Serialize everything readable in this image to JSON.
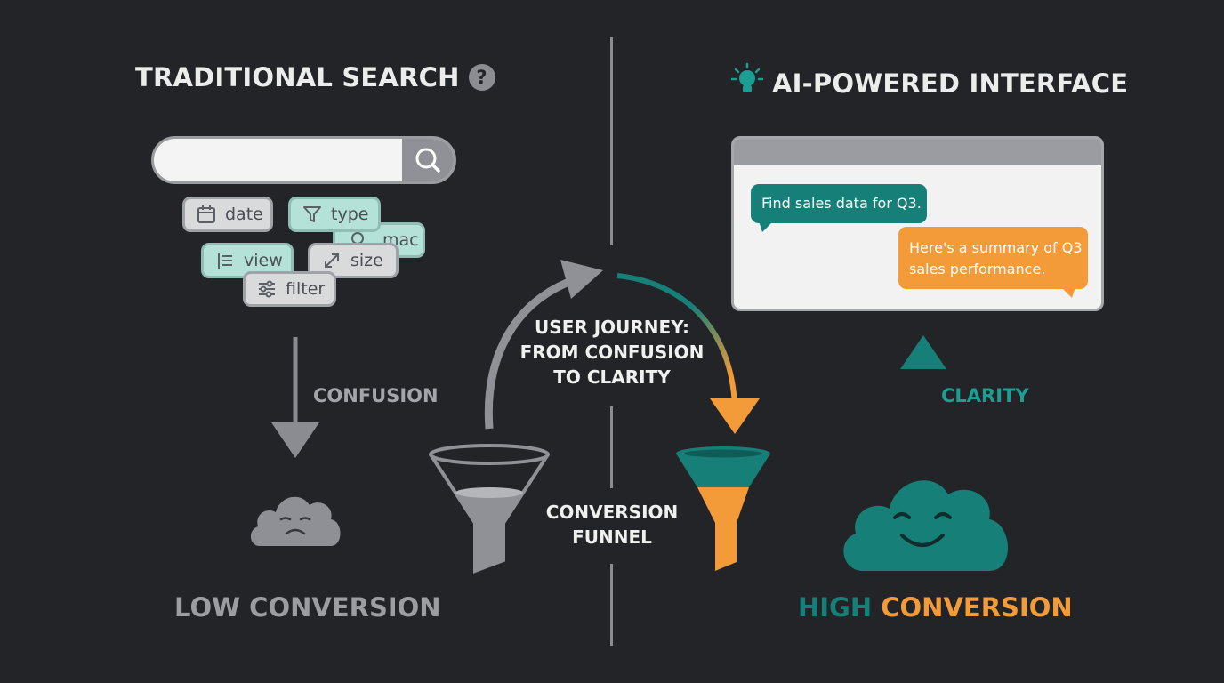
{
  "left_panel": {
    "title": "TRADITIONAL SEARCH",
    "help_symbol": "?",
    "search_icon": "magnifier-icon",
    "filter_chips": [
      {
        "label": "date",
        "icon": "calendar-icon",
        "style": "gray"
      },
      {
        "label": "type",
        "icon": "funnel-icon",
        "style": "teal"
      },
      {
        "label": "mac",
        "icon": "magnifier-icon",
        "style": "teal"
      },
      {
        "label": "view",
        "icon": "list-icon",
        "style": "teal"
      },
      {
        "label": "size",
        "icon": "resize-icon",
        "style": "gray"
      },
      {
        "label": "filter",
        "icon": "sliders-icon",
        "style": "gray"
      }
    ],
    "arrow_label": "CONFUSION",
    "outcome_icon": "sad-cloud-icon",
    "result_label": "LOW CONVERSION"
  },
  "center": {
    "journey_label_lines": [
      "USER JOURNEY:",
      "FROM CONFUSION",
      "TO CLARITY"
    ],
    "funnel_label_lines": [
      "CONVERSION",
      "FUNNEL"
    ]
  },
  "right_panel": {
    "title": "AI-POWERED INTERFACE",
    "title_icon": "lightbulb-icon",
    "chat": {
      "user_message": "Find sales data for Q3.",
      "ai_message_lines": [
        "Here's a summary of Q3",
        "sales performance."
      ]
    },
    "arrow_label": "CLARITY",
    "outcome_icon": "happy-cloud-icon",
    "result_label_part1": "HIGH",
    "result_label_part2": "CONVERSION"
  },
  "colors": {
    "background": "#232427",
    "teal": "#167f78",
    "orange": "#f39a39",
    "gray": "#8f9196"
  }
}
